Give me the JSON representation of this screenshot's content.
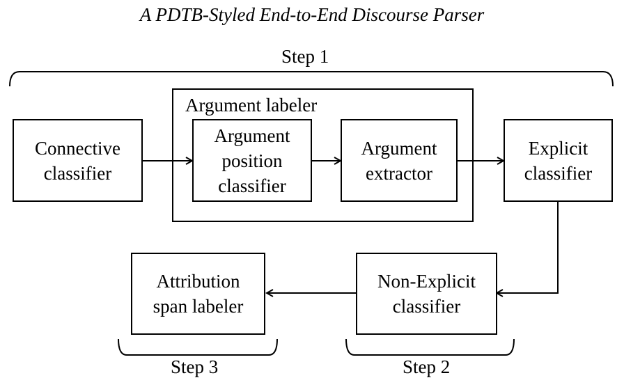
{
  "title": "A PDTB-Styled End-to-End Discourse Parser",
  "steps": {
    "step1": "Step 1",
    "step2": "Step 2",
    "step3": "Step 3"
  },
  "group": {
    "label": "Argument labeler"
  },
  "boxes": {
    "connective": [
      "Connective",
      "classifier"
    ],
    "arg_position": [
      "Argument",
      "position",
      "classifier"
    ],
    "arg_extractor": [
      "Argument",
      "extractor"
    ],
    "explicit": [
      "Explicit",
      "classifier"
    ],
    "non_explicit": [
      "Non-Explicit",
      "classifier"
    ],
    "attribution": [
      "Attribution",
      "span labeler"
    ]
  }
}
